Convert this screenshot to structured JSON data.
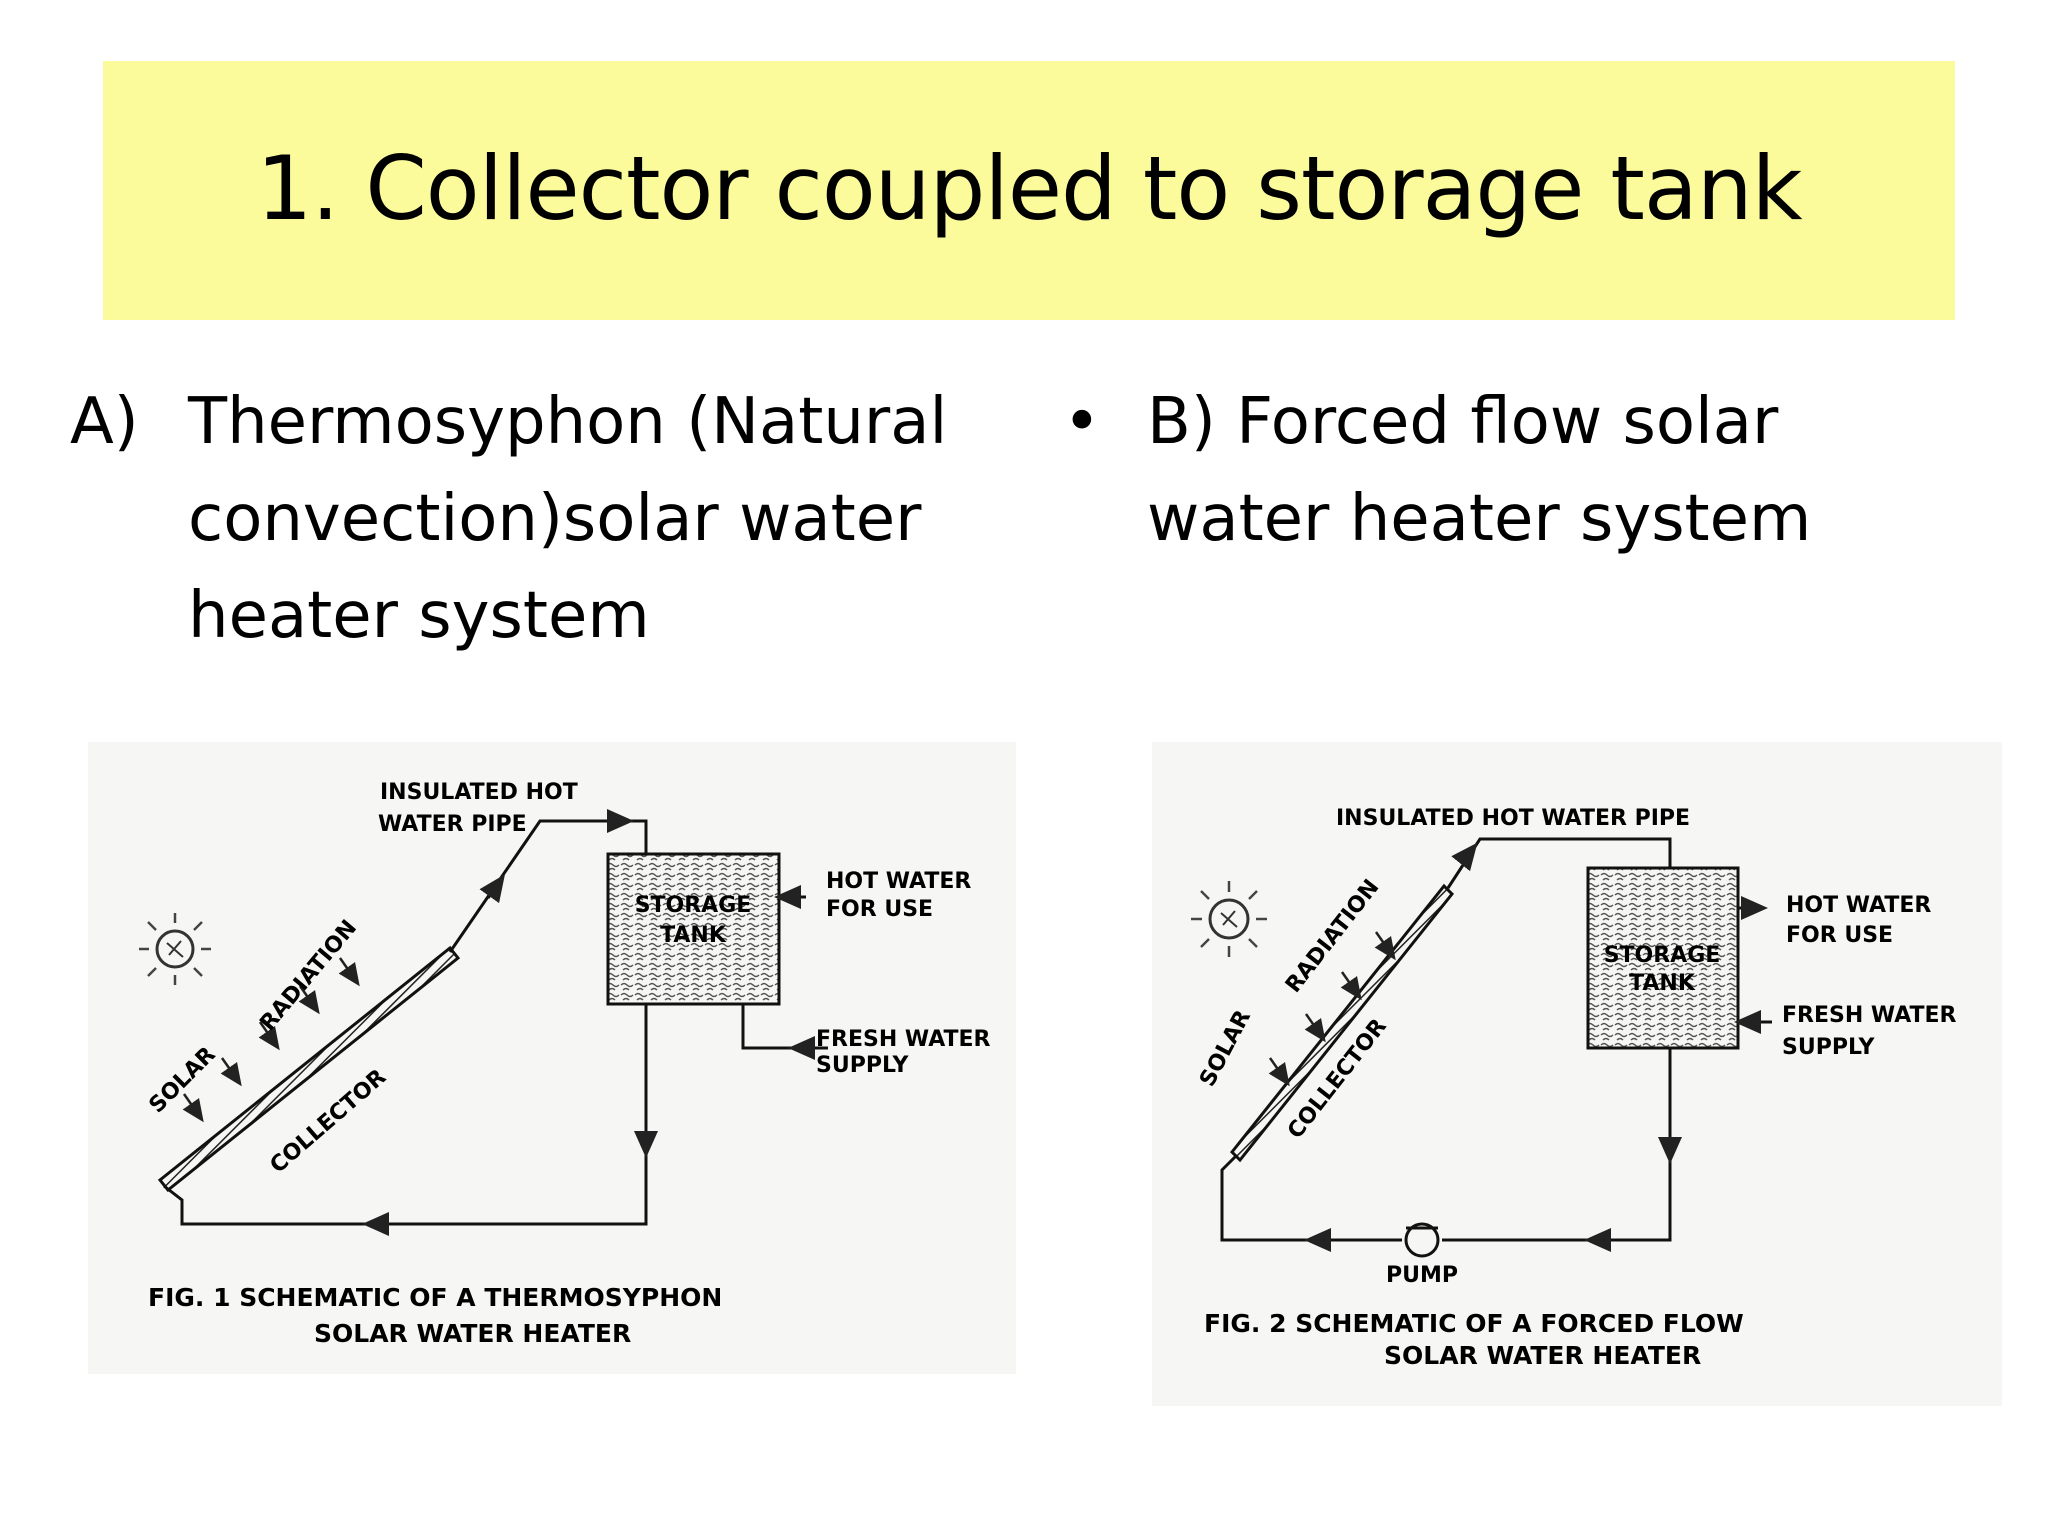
{
  "slide": {
    "title": "1. Collector coupled to storage tank",
    "left": {
      "marker": "A)",
      "text": "Thermosyphon (Natural convection)solar water heater system"
    },
    "right": {
      "marker": "•",
      "text": "B) Forced flow solar water heater system"
    }
  },
  "fig1": {
    "pipe_line1": "INSULATED HOT",
    "pipe_line2": "WATER PIPE",
    "tank_line1": "STORAGE",
    "tank_line2": "TANK",
    "hot_line1": "HOT WATER",
    "hot_line2": "FOR USE",
    "fresh_line1": "FRESH WATER",
    "fresh_line2": "SUPPLY",
    "solar": "SOLAR",
    "radiation": "RADIATION",
    "collector": "COLLECTOR",
    "caption_line1": "FIG. 1 SCHEMATIC OF A THERMOSYPHON",
    "caption_line2": "SOLAR WATER HEATER"
  },
  "fig2": {
    "pipe": "INSULATED HOT WATER PIPE",
    "tank_line1": "STORAGE",
    "tank_line2": "TANK",
    "hot_line1": "HOT WATER",
    "hot_line2": "FOR USE",
    "fresh_line1": "FRESH WATER",
    "fresh_line2": "SUPPLY",
    "solar": "SOLAR",
    "radiation": "RADIATION",
    "collector": "COLLECTOR",
    "pump": "PUMP",
    "caption_line1": "FIG. 2 SCHEMATIC OF A FORCED FLOW",
    "caption_line2": "SOLAR WATER HEATER"
  }
}
